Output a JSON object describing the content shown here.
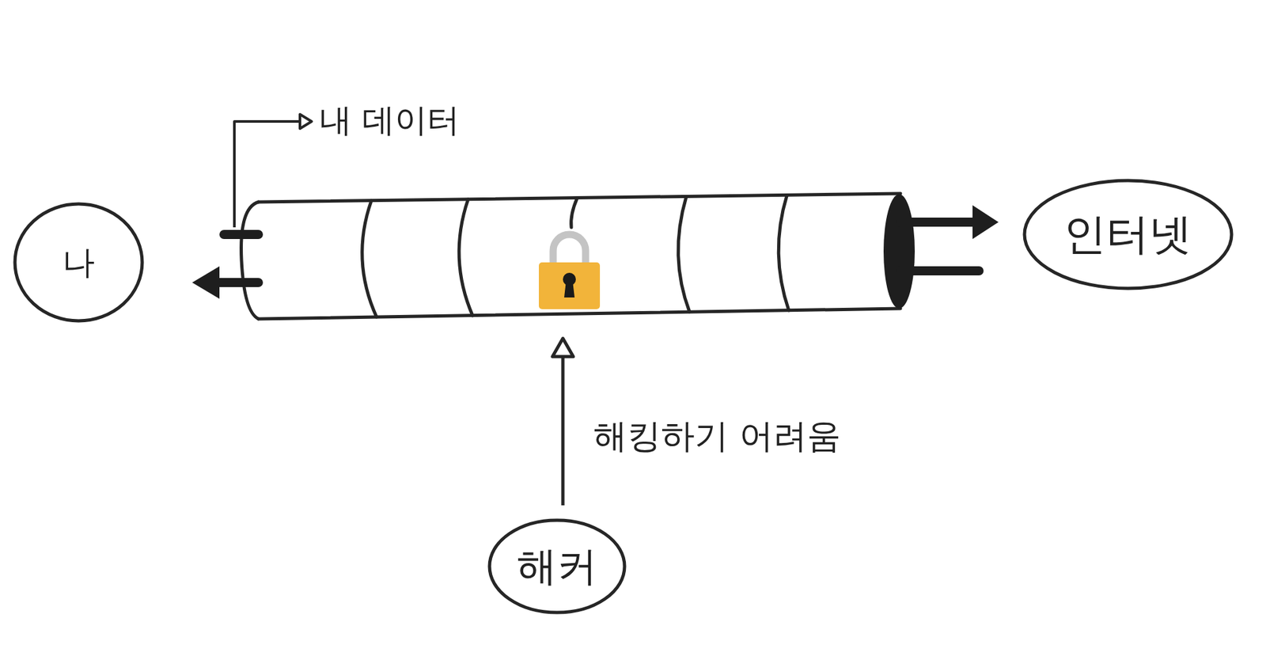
{
  "diagram": {
    "nodes": [
      {
        "text": [
          "나"
        ]
      },
      {
        "text": [
          "인터넷"
        ]
      },
      {
        "text": [
          "해커"
        ]
      }
    ],
    "labels": [
      "내 데이터",
      "해킹하기 어려움"
    ]
  }
}
